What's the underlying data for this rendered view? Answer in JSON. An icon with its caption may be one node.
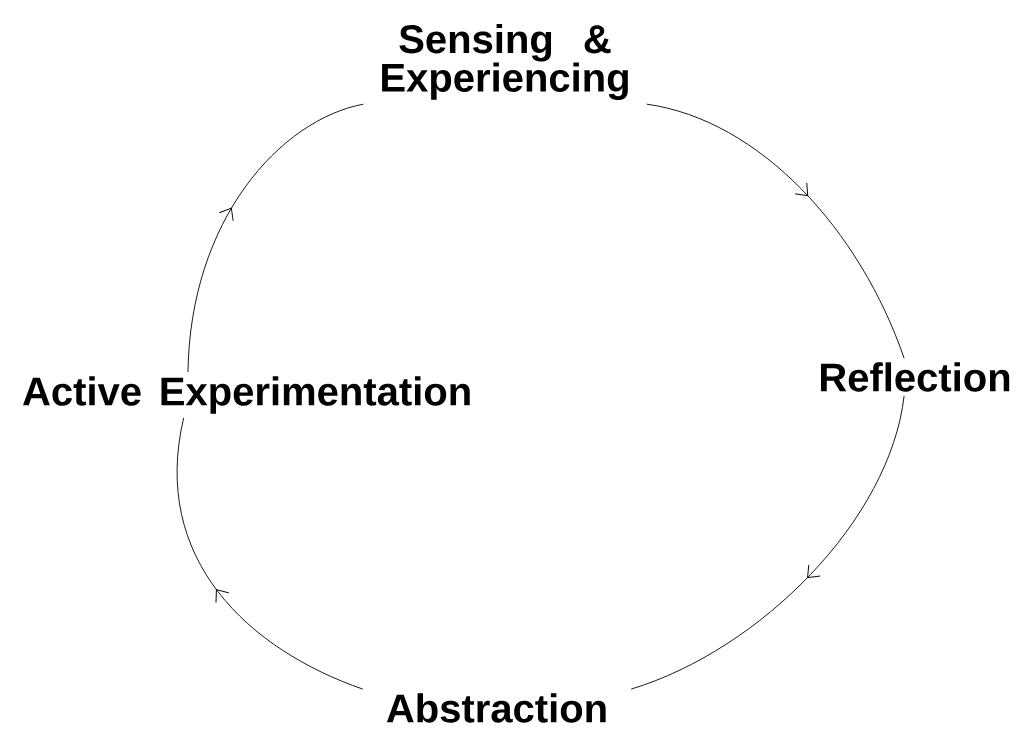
{
  "diagram": {
    "nodes": [
      {
        "text": [
          "Sensing & Experiencing"
        ]
      },
      {
        "text": [
          "Reflection"
        ]
      },
      {
        "text": [
          "Abstraction"
        ]
      },
      {
        "text": [
          "Active Experimentation"
        ]
      }
    ],
    "edges": [
      {
        "from": 0,
        "to": 1,
        "arrow": "to"
      },
      {
        "from": 1,
        "to": 2,
        "arrow": "to"
      },
      {
        "from": 2,
        "to": 3,
        "arrow": "to"
      },
      {
        "from": 3,
        "to": 0,
        "arrow": "to"
      }
    ]
  }
}
